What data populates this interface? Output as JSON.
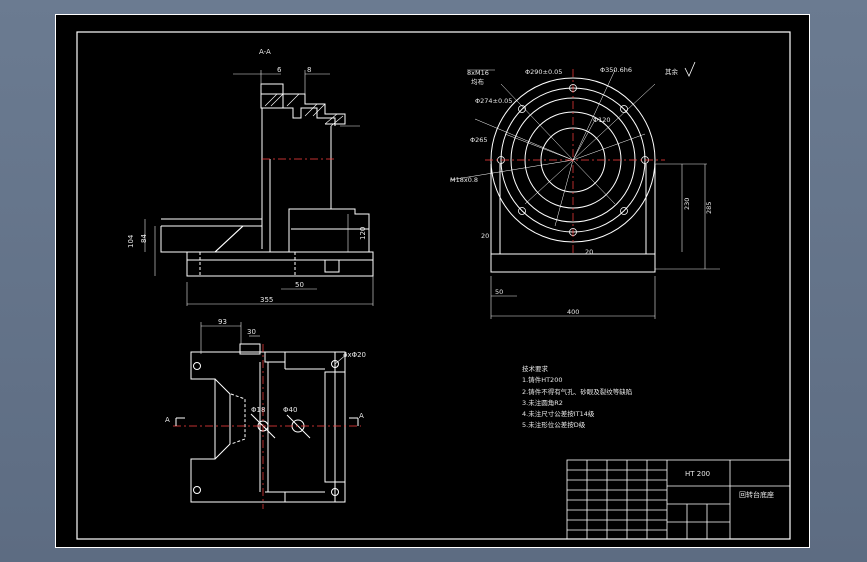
{
  "theme": {
    "background": "#6b7b91",
    "paper": "#000000",
    "line": "#ffffff",
    "centerline": "#ff4040",
    "dim": "#e8e8e8"
  },
  "top_view": {
    "section_label": "A-A",
    "dims": {
      "d6a": "6",
      "d6b": "8",
      "d104": "104",
      "d84": "84",
      "d120": "120",
      "d50": "50",
      "d355": "355"
    }
  },
  "circle_view": {
    "dims": {
      "d1": "8xM16",
      "d1b": "均布",
      "d2": "Φ290±0.05",
      "d3": "Φ350.6h6",
      "d4": "Φ274±0.05",
      "d5": "Φ120",
      "d6": "Φ265",
      "d7": "M18x0.8",
      "d8": "20",
      "d9": "20",
      "d10": "50",
      "d11": "400",
      "d12": "230",
      "d13": "285"
    },
    "roughness": "其余"
  },
  "plan_view": {
    "section_a_left": "A",
    "section_a_right": "A",
    "dims": {
      "d93": "93",
      "d30": "30",
      "d4xd20": "4xΦ20",
      "dphi1": "Φ18",
      "dphi2": "Φ40"
    }
  },
  "notes": {
    "title": "技术要求",
    "items": [
      "1.铸件HT200",
      "2.铸件不得有气孔、砂眼及裂纹等缺陷",
      "3.未注圆角R2",
      "4.未注尺寸公差按IT14级",
      "5.未注形位公差按D级"
    ]
  },
  "title_block": {
    "material": "HT 200",
    "part_name": "回转台底座"
  }
}
